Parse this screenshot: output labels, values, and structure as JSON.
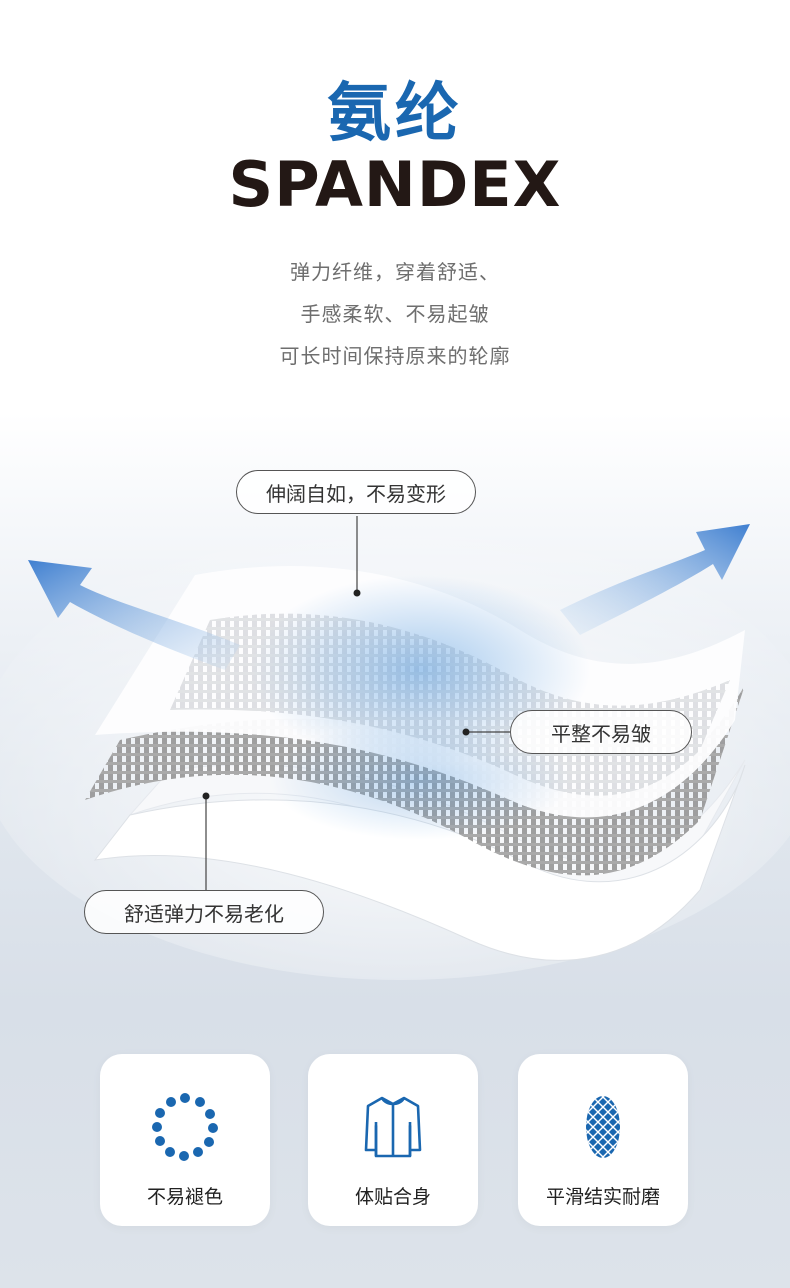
{
  "title_cn": "氨纶",
  "title_en": "SPANDEX",
  "description": [
    "弹力纤维，穿着舒适、",
    "手感柔软、不易起皱",
    "可长时间保持原来的轮廓"
  ],
  "callouts": {
    "top": "伸阔自如，不易变形",
    "middle": "平整不易皱",
    "bottom": "舒适弹力不易老化"
  },
  "features": [
    {
      "label": "不易褪色",
      "icon": "dot-ring-icon"
    },
    {
      "label": "体贴合身",
      "icon": "shirt-icon"
    },
    {
      "label": "平滑结实耐磨",
      "icon": "mesh-oval-icon"
    }
  ],
  "colors": {
    "accent": "#1a67b0",
    "text": "#231815",
    "muted": "#6e6e6e"
  }
}
